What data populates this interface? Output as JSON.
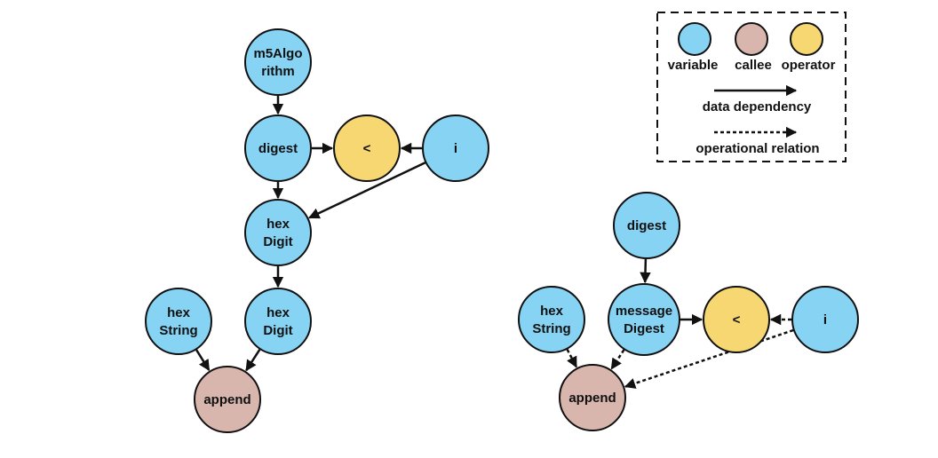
{
  "colors": {
    "variable": "#87d3f4",
    "callee": "#d8b6ae",
    "operator": "#f7d772",
    "stroke": "#111111"
  },
  "legend": {
    "variable_label": "variable",
    "callee_label": "callee",
    "operator_label": "operator",
    "data_dependency_label": "data dependency",
    "operational_relation_label": "operational relation"
  },
  "graph1": {
    "nodes": [
      {
        "id": "g1-m5",
        "kind": "variable",
        "lines": [
          "m5Algo",
          "rithm"
        ]
      },
      {
        "id": "g1-digest",
        "kind": "variable",
        "lines": [
          "digest"
        ]
      },
      {
        "id": "g1-lt",
        "kind": "operator",
        "lines": [
          "<"
        ]
      },
      {
        "id": "g1-i",
        "kind": "variable",
        "lines": [
          "i"
        ]
      },
      {
        "id": "g1-hexdigit1",
        "kind": "variable",
        "lines": [
          "hex",
          "Digit"
        ]
      },
      {
        "id": "g1-hexstring",
        "kind": "variable",
        "lines": [
          "hex",
          "String"
        ]
      },
      {
        "id": "g1-hexdigit2",
        "kind": "variable",
        "lines": [
          "hex",
          "Digit"
        ]
      },
      {
        "id": "g1-append",
        "kind": "callee",
        "lines": [
          "append"
        ]
      }
    ],
    "edges": [
      {
        "from": "g1-m5",
        "to": "g1-digest",
        "type": "data"
      },
      {
        "from": "g1-digest",
        "to": "g1-lt",
        "type": "data"
      },
      {
        "from": "g1-i",
        "to": "g1-lt",
        "type": "data"
      },
      {
        "from": "g1-digest",
        "to": "g1-hexdigit1",
        "type": "data"
      },
      {
        "from": "g1-i",
        "to": "g1-hexdigit1",
        "type": "data"
      },
      {
        "from": "g1-hexdigit1",
        "to": "g1-hexdigit2",
        "type": "data"
      },
      {
        "from": "g1-hexstring",
        "to": "g1-append",
        "type": "data"
      },
      {
        "from": "g1-hexdigit2",
        "to": "g1-append",
        "type": "data"
      }
    ]
  },
  "graph2": {
    "nodes": [
      {
        "id": "g2-digest",
        "kind": "variable",
        "lines": [
          "digest"
        ]
      },
      {
        "id": "g2-hexstring",
        "kind": "variable",
        "lines": [
          "hex",
          "String"
        ]
      },
      {
        "id": "g2-msgdigest",
        "kind": "variable",
        "lines": [
          "message",
          "Digest"
        ]
      },
      {
        "id": "g2-lt",
        "kind": "operator",
        "lines": [
          "<"
        ]
      },
      {
        "id": "g2-i",
        "kind": "variable",
        "lines": [
          "i"
        ]
      },
      {
        "id": "g2-append",
        "kind": "callee",
        "lines": [
          "append"
        ]
      }
    ],
    "edges": [
      {
        "from": "g2-digest",
        "to": "g2-msgdigest",
        "type": "data"
      },
      {
        "from": "g2-msgdigest",
        "to": "g2-lt",
        "type": "data"
      },
      {
        "from": "g2-i",
        "to": "g2-lt",
        "type": "operational"
      },
      {
        "from": "g2-hexstring",
        "to": "g2-append",
        "type": "operational"
      },
      {
        "from": "g2-msgdigest",
        "to": "g2-append",
        "type": "operational"
      },
      {
        "from": "g2-i",
        "to": "g2-append",
        "type": "operational"
      }
    ]
  }
}
